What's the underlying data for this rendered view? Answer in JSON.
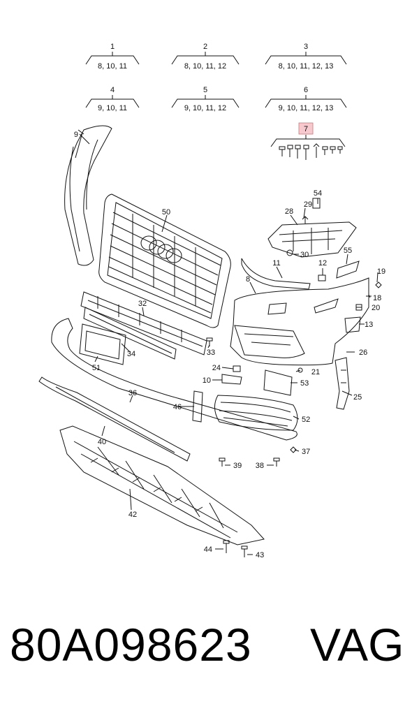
{
  "kits": [
    {
      "num": "1",
      "list": "8, 10, 11"
    },
    {
      "num": "2",
      "list": "8, 10, 11, 12"
    },
    {
      "num": "3",
      "list": "8, 10, 11, 12, 13"
    },
    {
      "num": "4",
      "list": "9, 10, 11"
    },
    {
      "num": "5",
      "list": "9, 10, 11, 12"
    },
    {
      "num": "6",
      "list": "9, 10, 11, 12, 13"
    }
  ],
  "fastener_kit": {
    "num": "7",
    "highlight_color": "#f6c9cf"
  },
  "callouts": [
    "9",
    "50",
    "54",
    "28",
    "29",
    "30",
    "55",
    "11",
    "12",
    "19",
    "8",
    "18",
    "20",
    "13",
    "32",
    "33",
    "34",
    "26",
    "51",
    "24",
    "21",
    "10",
    "53",
    "25",
    "36",
    "46",
    "52",
    "40",
    "37",
    "39",
    "38",
    "42",
    "44",
    "43"
  ],
  "footer": {
    "part_number": "80A098623",
    "brand": "VAG"
  }
}
